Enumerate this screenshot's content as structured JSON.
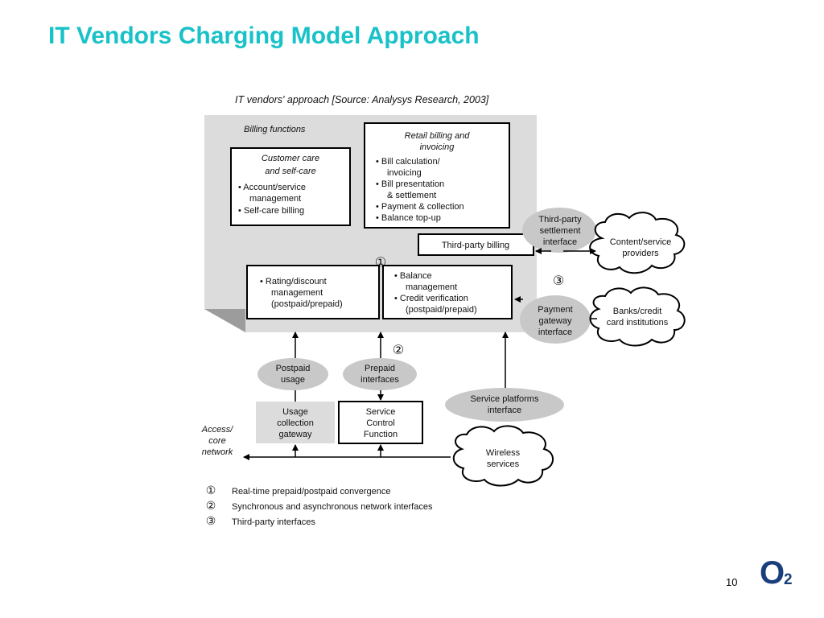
{
  "slide": {
    "title": "IT Vendors Charging Model Approach",
    "page_number": "10",
    "logo": {
      "letter": "O",
      "subscript": "2",
      "color": "#1a3e7c"
    },
    "title_color": "#19c1c8"
  },
  "diagram": {
    "caption": "IT vendors' approach [Source: Analysys Research, 2003]",
    "billing_functions_label": "Billing functions",
    "customer_care": {
      "title_lines": [
        "Customer care",
        "and self-care"
      ],
      "items": [
        "• Account/service",
        "management",
        "• Self-care billing"
      ]
    },
    "retail_billing": {
      "title_lines": [
        "Retail billing and",
        "invoicing"
      ],
      "items": [
        "• Bill calculation/",
        "invoicing",
        "• Bill presentation",
        "& settlement",
        "• Payment & collection",
        "• Balance top-up"
      ]
    },
    "third_party_billing": "Third-party billing",
    "rating_box": [
      "• Rating/discount",
      "management",
      "(postpaid/prepaid)"
    ],
    "balance_box": [
      "• Balance",
      "management",
      "• Credit verification",
      "(postpaid/prepaid)"
    ],
    "markers": {
      "one": "①",
      "two": "②",
      "three": "③"
    },
    "third_party_settlement": [
      "Third-party",
      "settlement",
      "interface"
    ],
    "content_providers": [
      "Content/service",
      "providers"
    ],
    "payment_gateway": [
      "Payment",
      "gateway",
      "interface"
    ],
    "banks": [
      "Banks/credit",
      "card institutions"
    ],
    "postpaid_usage": [
      "Postpaid",
      "usage"
    ],
    "prepaid_interfaces": [
      "Prepaid",
      "interfaces"
    ],
    "usage_collection": [
      "Usage",
      "collection",
      "gateway"
    ],
    "service_control": [
      "Service",
      "Control",
      "Function"
    ],
    "service_platforms": [
      "Service platforms",
      "interface"
    ],
    "wireless_services": [
      "Wireless",
      "services"
    ],
    "access_core": [
      "Access/",
      "core",
      "network"
    ],
    "legend": [
      {
        "marker": "①",
        "text": "Real-time prepaid/postpaid convergence"
      },
      {
        "marker": "②",
        "text": "Synchronous and asynchronous network interfaces"
      },
      {
        "marker": "③",
        "text": "Third-party interfaces"
      }
    ]
  }
}
